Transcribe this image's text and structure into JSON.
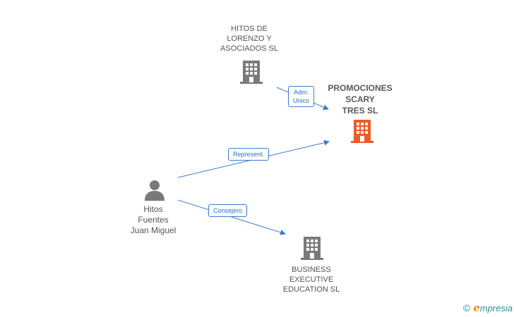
{
  "nodes": {
    "hitos_lorenzo": {
      "lines": [
        "HITOS DE",
        "LORENZO Y",
        "ASOCIADOS  SL"
      ],
      "icon": "building-icon",
      "color": "#7a7a7a"
    },
    "promociones": {
      "lines": [
        "PROMOCIONES",
        "SCARY",
        "TRES SL"
      ],
      "icon": "building-icon",
      "color": "#f05a28"
    },
    "person": {
      "lines": [
        "Hitos",
        "Fuentes",
        "Juan Miguel"
      ],
      "icon": "person-icon",
      "color": "#7a7a7a"
    },
    "business": {
      "lines": [
        "BUSINESS",
        "EXECUTIVE",
        "EDUCATION SL"
      ],
      "icon": "building-icon",
      "color": "#7a7a7a"
    }
  },
  "edges": {
    "adm": {
      "lines": [
        "Adm.",
        "Unico"
      ]
    },
    "represent": {
      "lines": [
        "Represent."
      ]
    },
    "consejero": {
      "lines": [
        "Consejero"
      ]
    }
  },
  "colors": {
    "edge": "#3b7bd6"
  },
  "footer": {
    "copyright": "©",
    "brand_first": "e",
    "brand_rest": "mpresia"
  }
}
